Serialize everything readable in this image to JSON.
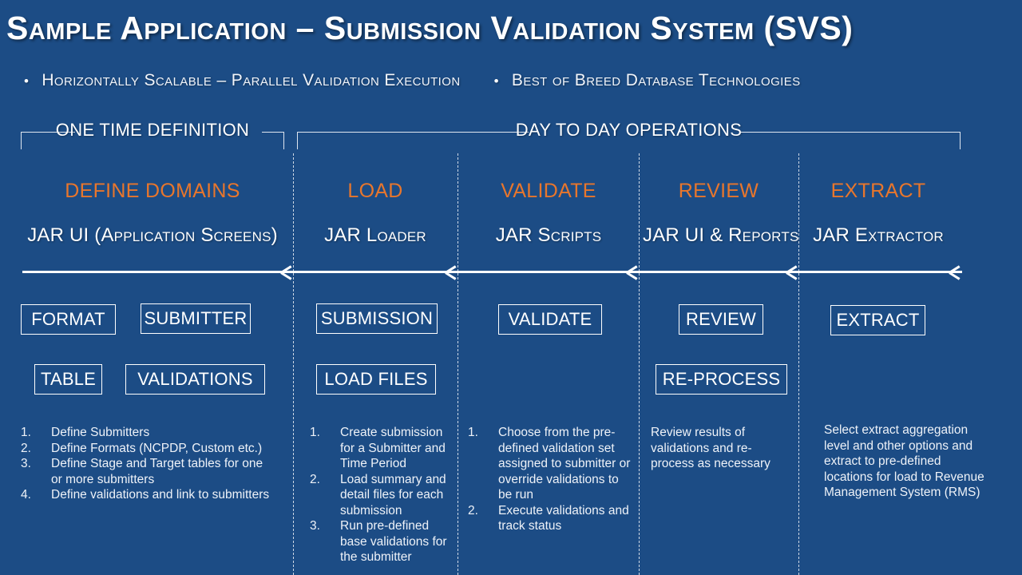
{
  "slide": {
    "title": "Sample Application – Submission Validation System (SVS)",
    "background_color": "#1c4c85",
    "accent_color": "#e8762c",
    "text_color": "#ffffff"
  },
  "subtitle_bullets": [
    {
      "bullet": "•",
      "text": "Horizontally Scalable – Parallel Validation Execution"
    },
    {
      "bullet": "•",
      "text": "Best of Breed Database Technologies"
    }
  ],
  "phase_brackets": [
    {
      "label": "ONE TIME DEFINITION"
    },
    {
      "label": "DAY TO DAY OPERATIONS"
    }
  ],
  "columns": [
    {
      "stage": "DEFINE DOMAINS",
      "component": "JAR UI (Application Screens)",
      "boxes_row1": [
        "FORMAT",
        "SUBMITTER"
      ],
      "boxes_row2": [
        "TABLE",
        "VALIDATIONS"
      ],
      "list_type": "ordered",
      "items": [
        "Define Submitters",
        "Define Formats (NCPDP, Custom etc.)",
        "Define Stage and Target tables for one or more submitters",
        "Define validations and link to submitters"
      ]
    },
    {
      "stage": "LOAD",
      "component": "JAR Loader",
      "boxes_row1": [
        "SUBMISSION"
      ],
      "boxes_row2": [
        "LOAD FILES"
      ],
      "list_type": "ordered",
      "items": [
        "Create submission for a Submitter and Time Period",
        "Load summary and detail files for each submission",
        "Run pre-defined base validations for the submitter"
      ]
    },
    {
      "stage": "VALIDATE",
      "component": "JAR Scripts",
      "boxes_row1": [
        "VALIDATE"
      ],
      "boxes_row2": [],
      "list_type": "ordered",
      "items": [
        "Choose from the pre-defined validation set assigned to submitter or override validations to be run",
        "Execute validations and track status"
      ]
    },
    {
      "stage": "REVIEW",
      "component": "JAR UI & Reports",
      "boxes_row1": [
        "REVIEW"
      ],
      "boxes_row2": [
        "RE-PROCESS"
      ],
      "list_type": "plain",
      "items": [
        "Review results of validations and re-process as necessary"
      ]
    },
    {
      "stage": "EXTRACT",
      "component": "JAR Extractor",
      "boxes_row1": [
        "EXTRACT"
      ],
      "boxes_row2": [],
      "list_type": "plain",
      "items": [
        "Select extract aggregation level and other options and extract to pre-defined locations for load to Revenue Management System (RMS)"
      ]
    }
  ]
}
